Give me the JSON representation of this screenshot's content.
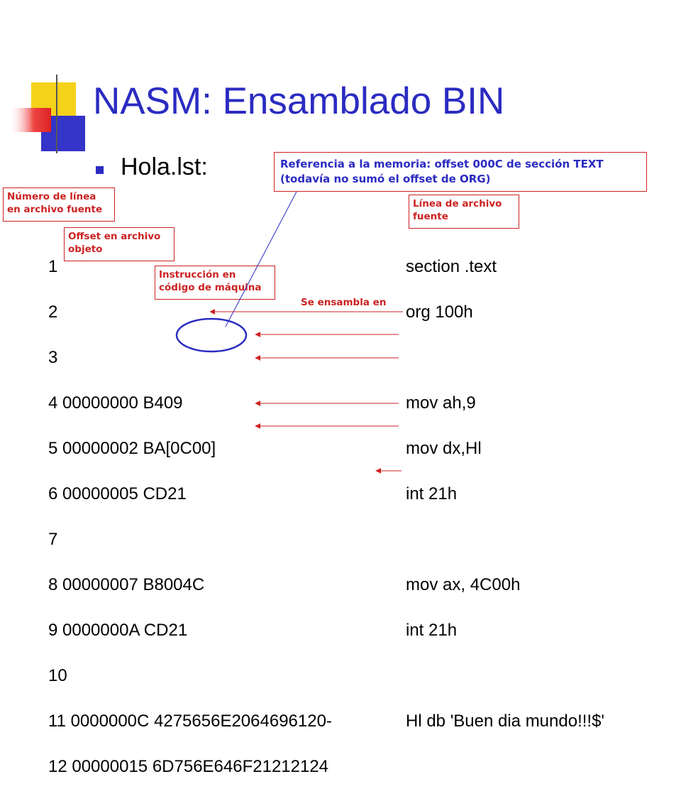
{
  "slide": {
    "title": "NASM: Ensamblado BIN",
    "bullet": "Hola.lst:"
  },
  "callouts": {
    "memory_ref": "Referencia a la memoria: offset 000C de sección TEXT (todavía no sumó el offset de ORG)",
    "line_number": "Número de línea en archivo fuente",
    "source_line": "Línea de archivo fuente",
    "offset": "Offset en archivo objeto",
    "machine_code": "Instrucción en código de máquina",
    "assembles_to": "Se ensambla en"
  },
  "listing": {
    "left": [
      "1",
      "2",
      "3",
      "4 00000000 B409",
      "5 00000002 BA[0C00]",
      "6 00000005 CD21",
      "7",
      "8 00000007 B8004C",
      "9 0000000A CD21",
      "10",
      "11 0000000C 4275656E2064696120-",
      "12 00000015 6D756E646F21212124"
    ],
    "right": [
      "section .text",
      "org 100h",
      "",
      "mov ah,9",
      "mov dx,Hl",
      "int 21h",
      "",
      "mov ax, 4C00h",
      "int 21h",
      "",
      "Hl db 'Buen dia mundo!!!$'",
      ""
    ]
  },
  "colors": {
    "title": "#2b2bc2",
    "callout_border": "#cc2222",
    "arrow": "#cc2222",
    "ellipse": "#2b2bc2",
    "deco_yellow": "#f5d21a",
    "deco_blue": "#3434c8",
    "deco_red": "#e64040"
  }
}
